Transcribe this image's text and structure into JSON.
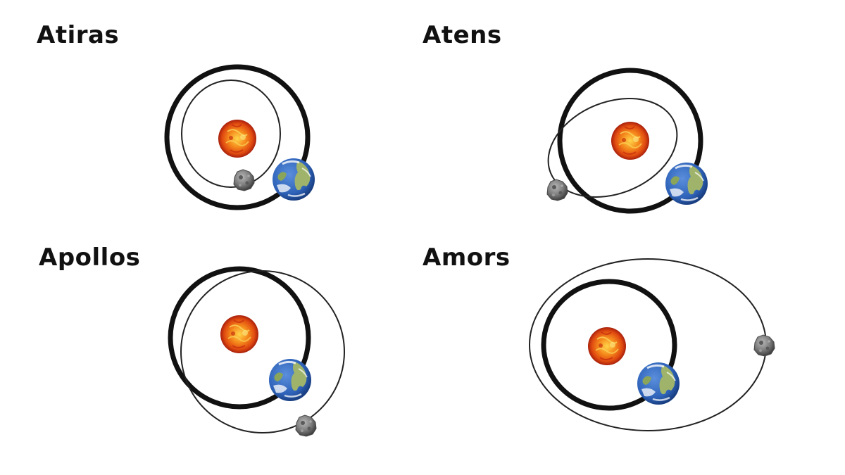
{
  "panels": [
    {
      "key": "atiras",
      "title": "Atiras"
    },
    {
      "key": "atens",
      "title": "Atens"
    },
    {
      "key": "apollos",
      "title": "Apollos"
    },
    {
      "key": "amors",
      "title": "Amors"
    }
  ],
  "colors": {
    "background": "#ffffff",
    "title": "#111111",
    "earth_orbit": "#111111",
    "asteroid_orbit": "#222222",
    "sun_core": "#ffd54a",
    "sun_mid": "#f06a12",
    "sun_edge": "#a8200c",
    "earth_ocean": "#2e62b8",
    "earth_land": "#9fb46a",
    "earth_cloud": "#ffffff",
    "asteroid": "#7a7a7a"
  },
  "icons": {
    "sun": "sun-icon",
    "earth": "earth-icon",
    "asteroid": "asteroid-icon"
  }
}
